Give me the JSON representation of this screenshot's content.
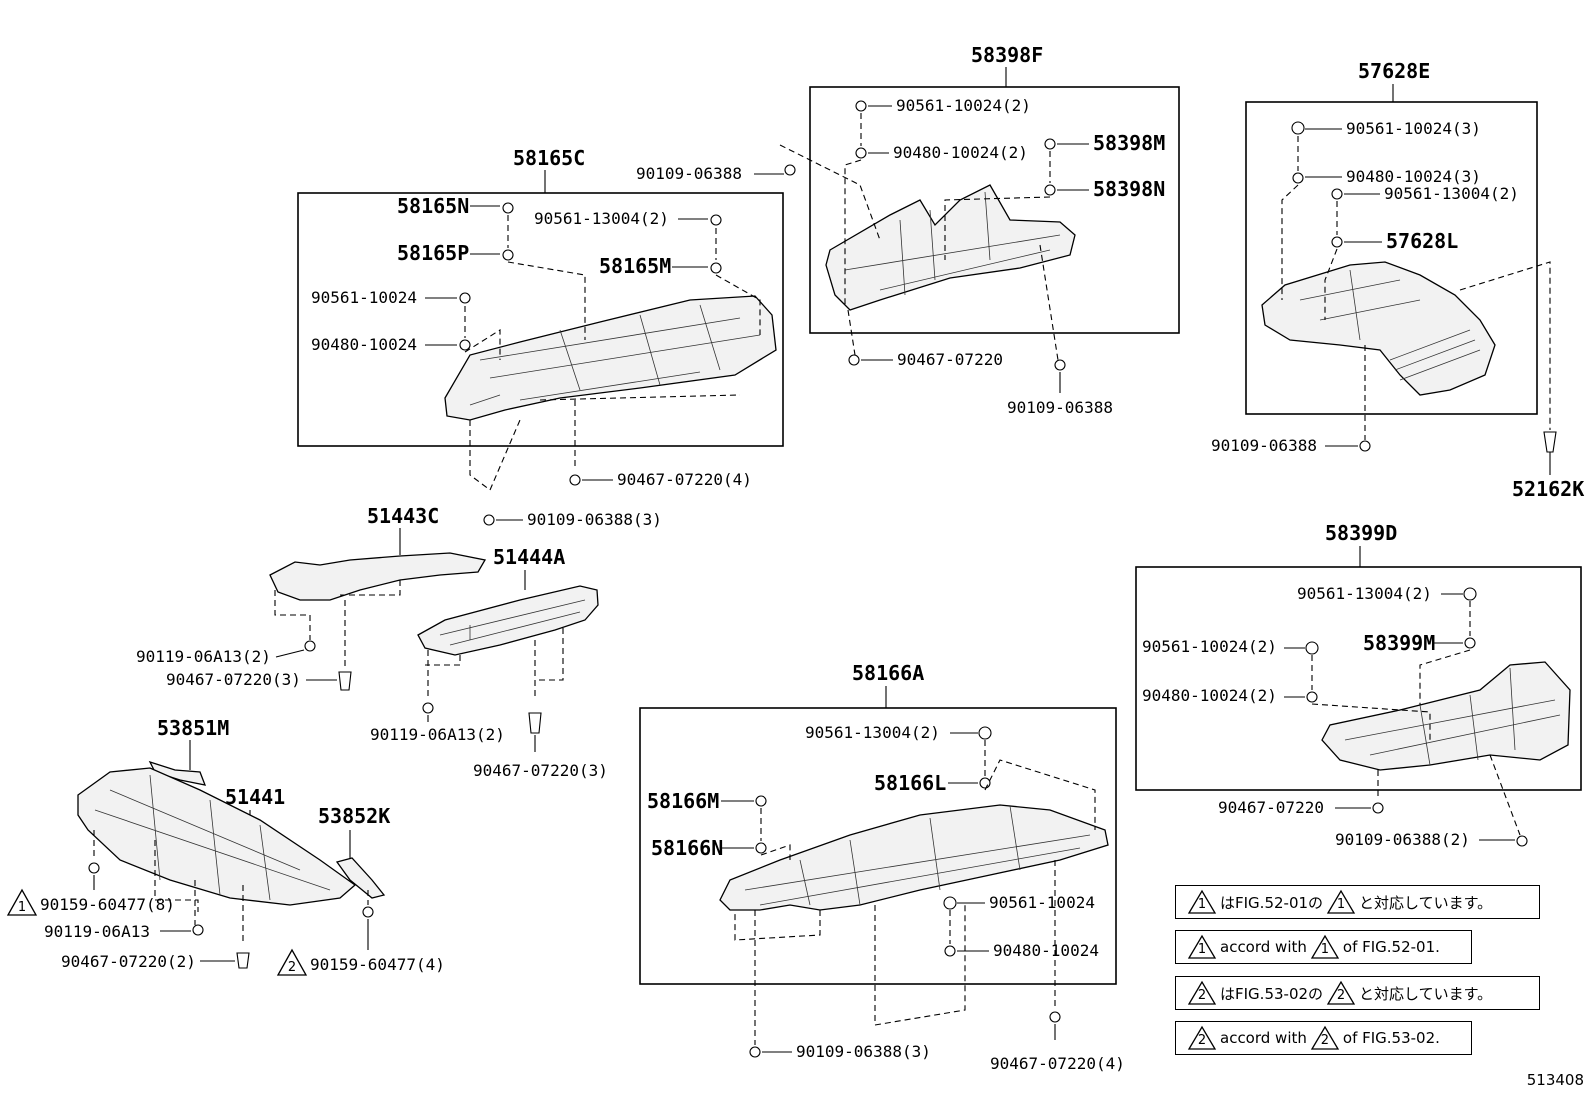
{
  "groups": {
    "g58165C": {
      "title": "58165C",
      "items": [
        "58165N",
        "58165P",
        "90561-13004(2)",
        "58165M",
        "90561-10024",
        "90480-10024"
      ],
      "outside": [
        "90467-07220(4)",
        "90109-06388(3)"
      ]
    },
    "g58398F": {
      "title": "58398F",
      "items": [
        "90561-10024(2)",
        "90480-10024(2)",
        "58398M",
        "58398N"
      ],
      "outside": [
        "90109-06388",
        "90467-07220",
        "90109-06388"
      ]
    },
    "g57628E": {
      "title": "57628E",
      "items": [
        "90561-10024(3)",
        "90480-10024(3)",
        "90561-13004(2)",
        "57628L"
      ],
      "outside": [
        "90109-06388",
        "52162K"
      ]
    },
    "g58399D": {
      "title": "58399D",
      "items": [
        "90561-13004(2)",
        "90561-10024(2)",
        "58399M",
        "90480-10024(2)"
      ],
      "outside": [
        "90467-07220",
        "90109-06388(2)"
      ]
    },
    "g58166A": {
      "title": "58166A",
      "items": [
        "90561-13004(2)",
        "58166L",
        "58166M",
        "58166N",
        "90561-10024",
        "90480-10024"
      ],
      "outside": [
        "90109-06388(3)",
        "90467-07220(4)"
      ]
    },
    "loose": {
      "p51443C": "51443C",
      "p51444A": "51444A",
      "p90119a": "90119-06A13(2)",
      "p90467a": "90467-07220(3)",
      "p90119b": "90119-06A13(2)",
      "p90467b": "90467-07220(3)",
      "p53851M": "53851M",
      "p51441": "51441",
      "p53852K": "53852K",
      "p90159a": "90159-60477(8)",
      "p90119c": "90119-06A13",
      "p90467c": "90467-07220(2)",
      "p90159b": "90159-60477(4)",
      "mark1": "1",
      "mark2": "2"
    }
  },
  "notes": [
    {
      "mark": "1",
      "a": "はFIG.52-01の",
      "b": "と対応しています。"
    },
    {
      "mark": "1",
      "a": "accord with",
      "b": "of FIG.52-01."
    },
    {
      "mark": "2",
      "a": "はFIG.53-02の",
      "b": "と対応しています。"
    },
    {
      "mark": "2",
      "a": "accord with",
      "b": "of FIG.53-02."
    }
  ],
  "ref": "513408"
}
